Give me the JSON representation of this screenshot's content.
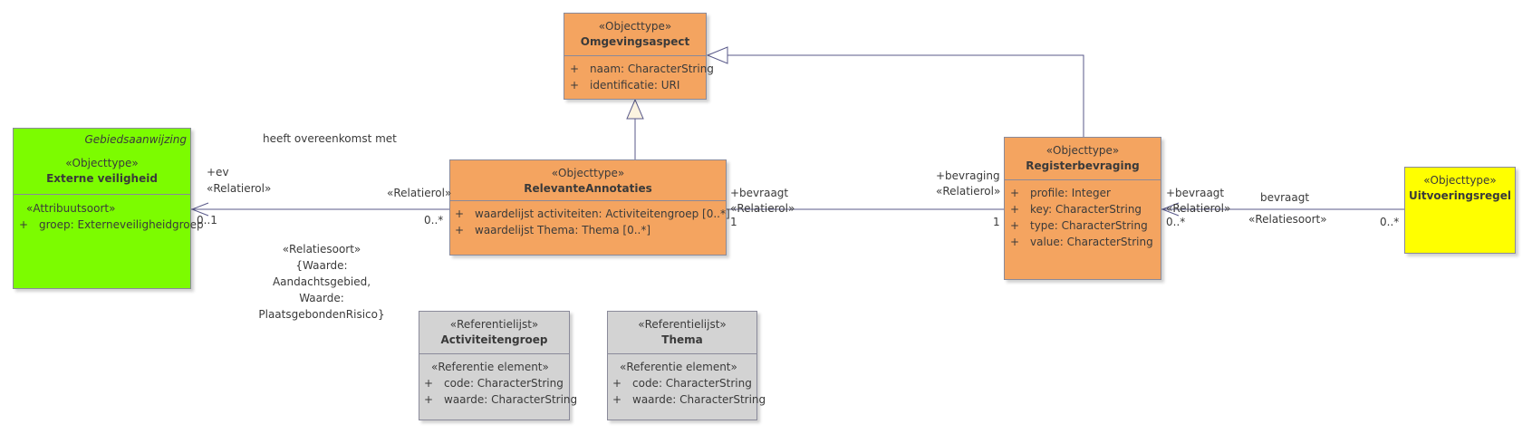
{
  "colors": {
    "objecttype": "#F4A460",
    "gebiedsaanwijzing": "#7CFC00",
    "uitvoeringsregel": "#FFFF00",
    "referentielijst": "#D3D3D3",
    "line": "#5a5a8a"
  },
  "classes": {
    "omgevingsaspect": {
      "stereotype": "«Objecttype»",
      "name": "Omgevingsaspect",
      "attributes": [
        {
          "vis": "+",
          "text": "naam: CharacterString"
        },
        {
          "vis": "+",
          "text": "identificatie: URI"
        }
      ]
    },
    "externe_veiligheid": {
      "package": "Gebiedsaanwijzing",
      "stereotype": "«Objecttype»",
      "name": "Externe veiligheid",
      "section_stereotype": "«Attribuutsoort»",
      "attributes": [
        {
          "vis": "+",
          "text": "groep: Externeveiligheidgroep"
        }
      ]
    },
    "relevante_annotaties": {
      "stereotype": "«Objecttype»",
      "name": "RelevanteAnnotaties",
      "attributes": [
        {
          "vis": "+",
          "text": "waardelijst activiteiten: Activiteitengroep [0..*]"
        },
        {
          "vis": "+",
          "text": "waardelijst Thema: Thema [0..*]"
        }
      ]
    },
    "registerbevraging": {
      "stereotype": "«Objecttype»",
      "name": "Registerbevraging",
      "attributes": [
        {
          "vis": "+",
          "text": "profile: Integer"
        },
        {
          "vis": "+",
          "text": "key: CharacterString"
        },
        {
          "vis": "+",
          "text": "type: CharacterString"
        },
        {
          "vis": "+",
          "text": "value: CharacterString"
        }
      ]
    },
    "uitvoeringsregel": {
      "stereotype": "«Objecttype»",
      "name": "Uitvoeringsregel"
    },
    "activiteitengroep": {
      "stereotype": "«Referentielijst»",
      "name": "Activiteitengroep",
      "section_stereotype": "«Referentie element»",
      "attributes": [
        {
          "vis": "+",
          "text": "code: CharacterString"
        },
        {
          "vis": "+",
          "text": "waarde: CharacterString"
        }
      ]
    },
    "thema": {
      "stereotype": "«Referentielijst»",
      "name": "Thema",
      "section_stereotype": "«Referentie element»",
      "attributes": [
        {
          "vis": "+",
          "text": "code: CharacterString"
        },
        {
          "vis": "+",
          "text": "waarde: CharacterString"
        }
      ]
    }
  },
  "labels": {
    "heeft_overeenkomst": "heeft overeenkomst met",
    "role_ev": "+ev",
    "role_ev_st": "«Relatierol»",
    "mult_ev": "0..1",
    "role_ra_st": "«Relatierol»",
    "mult_ra_left": "0..*",
    "relatiesoort_lines": [
      "«Relatiesoort»",
      "{Waarde:",
      "Aandachtsgebied,",
      "Waarde:",
      "PlaatsgebondenRisico}"
    ],
    "bevraagt_ra": "+bevraagt",
    "bevraagt_ra_st": "«Relatierol»",
    "mult_ra_right": "1",
    "bevraging_rb": "+bevraging",
    "bevraging_rb_st": "«Relatierol»",
    "mult_rb_left": "1",
    "bevraagt_rb": "+bevraagt",
    "bevraagt_rb_st": "«Relatierol»",
    "mult_rb_right": "0..*",
    "bevraagt_assoc": "bevraagt",
    "relatiesoort_assoc": "«Relatiesoort»",
    "mult_uv": "0..*"
  }
}
